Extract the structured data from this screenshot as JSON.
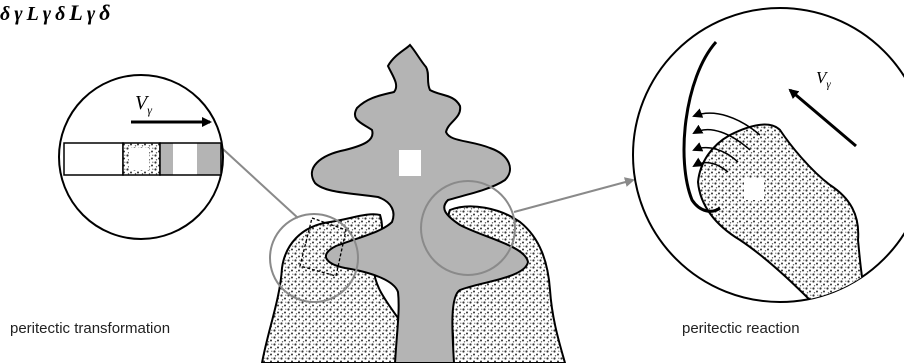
{
  "captions": {
    "left": "peritectic transformation",
    "right": "peritectic reaction"
  },
  "symbols": {
    "delta": "δ",
    "gamma": "γ",
    "liquid": "L",
    "velocity": "V",
    "velocity_sub": "γ"
  },
  "colors": {
    "delta_fill": "#b4b4b4",
    "connector": "#8a8a8a",
    "outline": "#000000"
  }
}
